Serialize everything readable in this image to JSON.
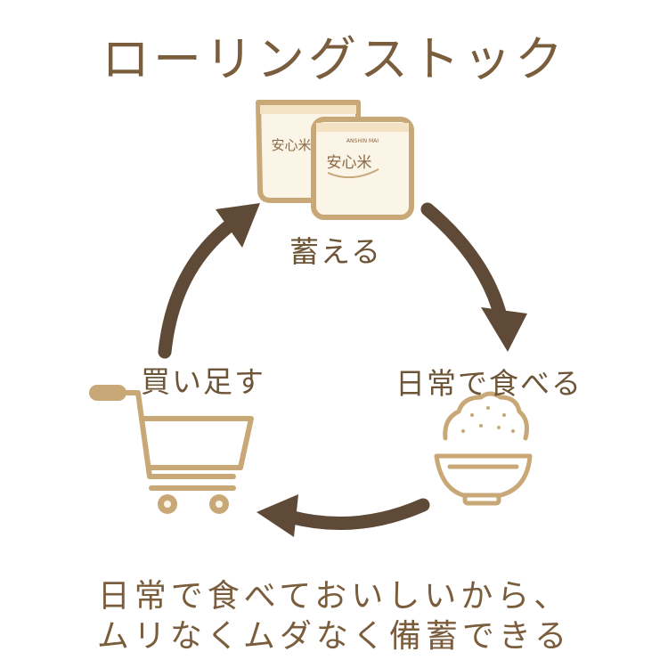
{
  "title": "ローリングストック",
  "steps": {
    "store": "蓄える",
    "eat": "日常で食べる",
    "buy": "買い足す"
  },
  "package": {
    "brand_small": "ANSHIN MAI",
    "brand": "安心米"
  },
  "caption": {
    "line1": "日常で食べておいしいから、",
    "line2": "ムリなくムダなく備蓄できる"
  },
  "colors": {
    "arrow": "#5e4a36",
    "accent": "#c9a878",
    "package_fill": "#fbf5e8",
    "text": "#7a5d3c"
  }
}
